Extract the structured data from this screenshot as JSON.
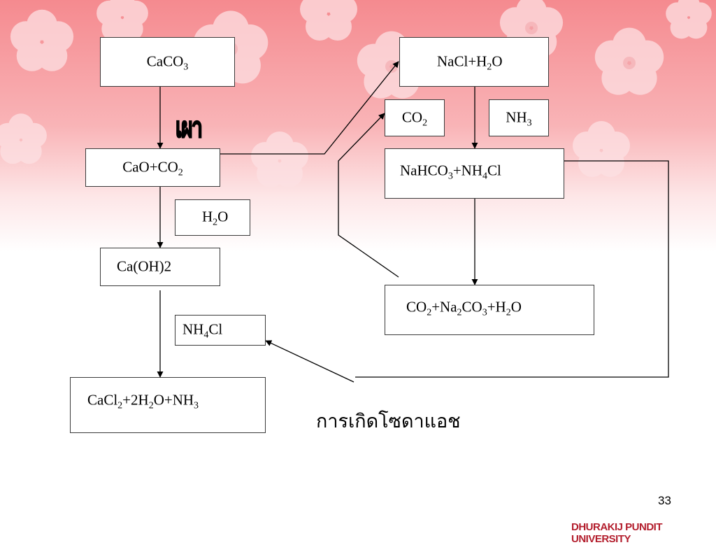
{
  "theme": {
    "banner_color": "#f58a8f",
    "flower_color": "#fde1e3",
    "accent": "#b31e2d"
  },
  "boxes": {
    "caco3": {
      "label": "CaCO",
      "sub": "3"
    },
    "cao_co2": {
      "label": "CaO+CO",
      "sub": "2"
    },
    "h2o": {
      "a": "H",
      "sub": "2",
      "b": "O"
    },
    "caoh2": {
      "label": "Ca(OH)2"
    },
    "nh4cl": {
      "a": "NH",
      "sub": "4",
      "b": "Cl"
    },
    "cacl2": {
      "a": "CaCl",
      "s1": "2",
      "b": "+2H",
      "s2": "2",
      "c": "O+NH",
      "s3": "3"
    },
    "nacl_h2o": {
      "a": "NaCl+H",
      "sub": "2",
      "b": "O"
    },
    "co2": {
      "label": "CO",
      "sub": "2"
    },
    "nh3": {
      "label": "NH",
      "sub": "3"
    },
    "nahco3": {
      "a": "NaHCO",
      "s1": "3",
      "b": "+NH",
      "s2": "4",
      "c": "Cl"
    },
    "products": {
      "a": "CO",
      "s1": "2",
      "b": "+Na",
      "s2": "2",
      "c": "CO",
      "s3": "3",
      "d": "+H",
      "s4": "2",
      "e": "O"
    }
  },
  "burn_label": "เผา",
  "caption": "การเกิดโซดาแอช",
  "page_number": "33",
  "university": "DHURAKIJ PUNDIT UNIVERSITY"
}
